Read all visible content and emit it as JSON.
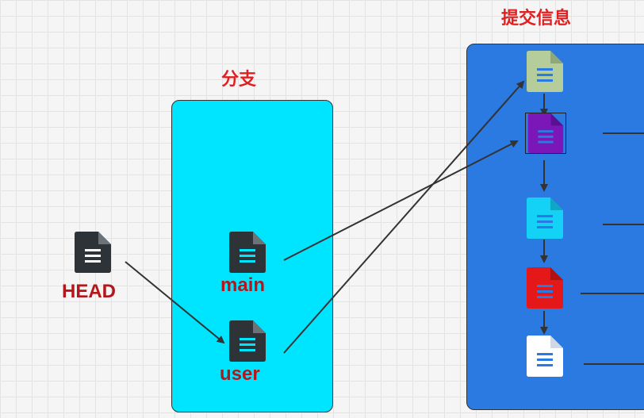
{
  "diagram": {
    "branch_title": "分支",
    "commit_title": "提交信息",
    "head_label": "HEAD",
    "branches": [
      {
        "label": "main"
      },
      {
        "label": "user"
      }
    ],
    "commits": [
      {
        "color": "#b5cd9a"
      },
      {
        "color": "#7b17b8"
      },
      {
        "color": "#14d2f5"
      },
      {
        "color": "#e41818"
      },
      {
        "color": "#ffffff"
      }
    ],
    "colors": {
      "title": "#e21f1f",
      "label": "#b5161b",
      "branch_panel": "#00e5ff",
      "commit_panel": "#2a7ae2",
      "doc_dark": "#2e3338"
    }
  }
}
